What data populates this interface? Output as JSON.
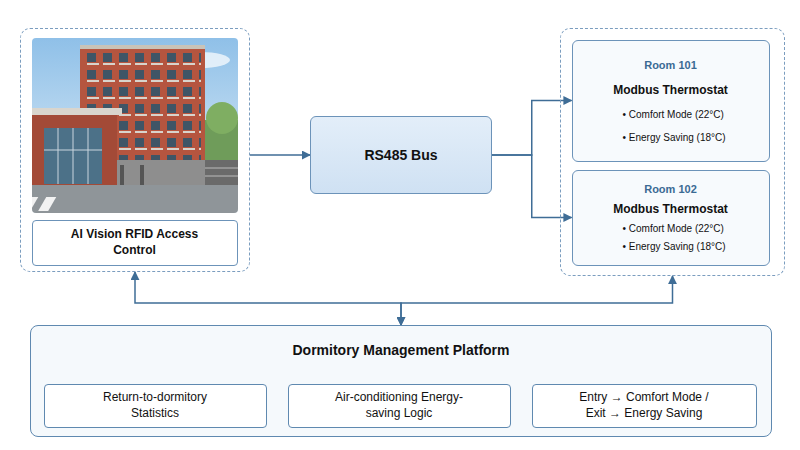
{
  "diagram": {
    "nodes": [
      {
        "text": []
      },
      {
        "text": [
          "AI Vision RFID Access Control"
        ],
        "in": 0
      },
      {
        "text": [
          "RS485 Bus"
        ]
      },
      {
        "text": []
      },
      {
        "text": [
          "Room 101",
          "Modbus Thermostat",
          "• Comfort Mode (22°C)",
          "• Energy Saving (18°C)"
        ],
        "in": 3
      },
      {
        "text": [
          "Room 102",
          "Modbus Thermostat",
          "• Comfort Mode (22°C)",
          "• Energy Saving (18°C)"
        ],
        "in": 3
      },
      {
        "text": [
          "Dormitory Management Platform"
        ]
      },
      {
        "text": [
          "Return-to-dormitory Statistics"
        ],
        "in": 6
      },
      {
        "text": [
          "Air-conditioning Energy-saving Logic"
        ],
        "in": 6
      },
      {
        "text": [
          "Entry → Comfort Mode / Exit → Energy Saving"
        ],
        "in": 6
      }
    ],
    "edges": [
      {
        "from": 0,
        "to": 2,
        "arrow": "to"
      },
      {
        "from": 2,
        "to": 4,
        "arrow": "to"
      },
      {
        "from": 2,
        "to": 5,
        "arrow": "to"
      },
      {
        "from": 6,
        "to": 0,
        "arrow": "both"
      },
      {
        "from": 6,
        "to": 3,
        "arrow": "both"
      }
    ]
  }
}
